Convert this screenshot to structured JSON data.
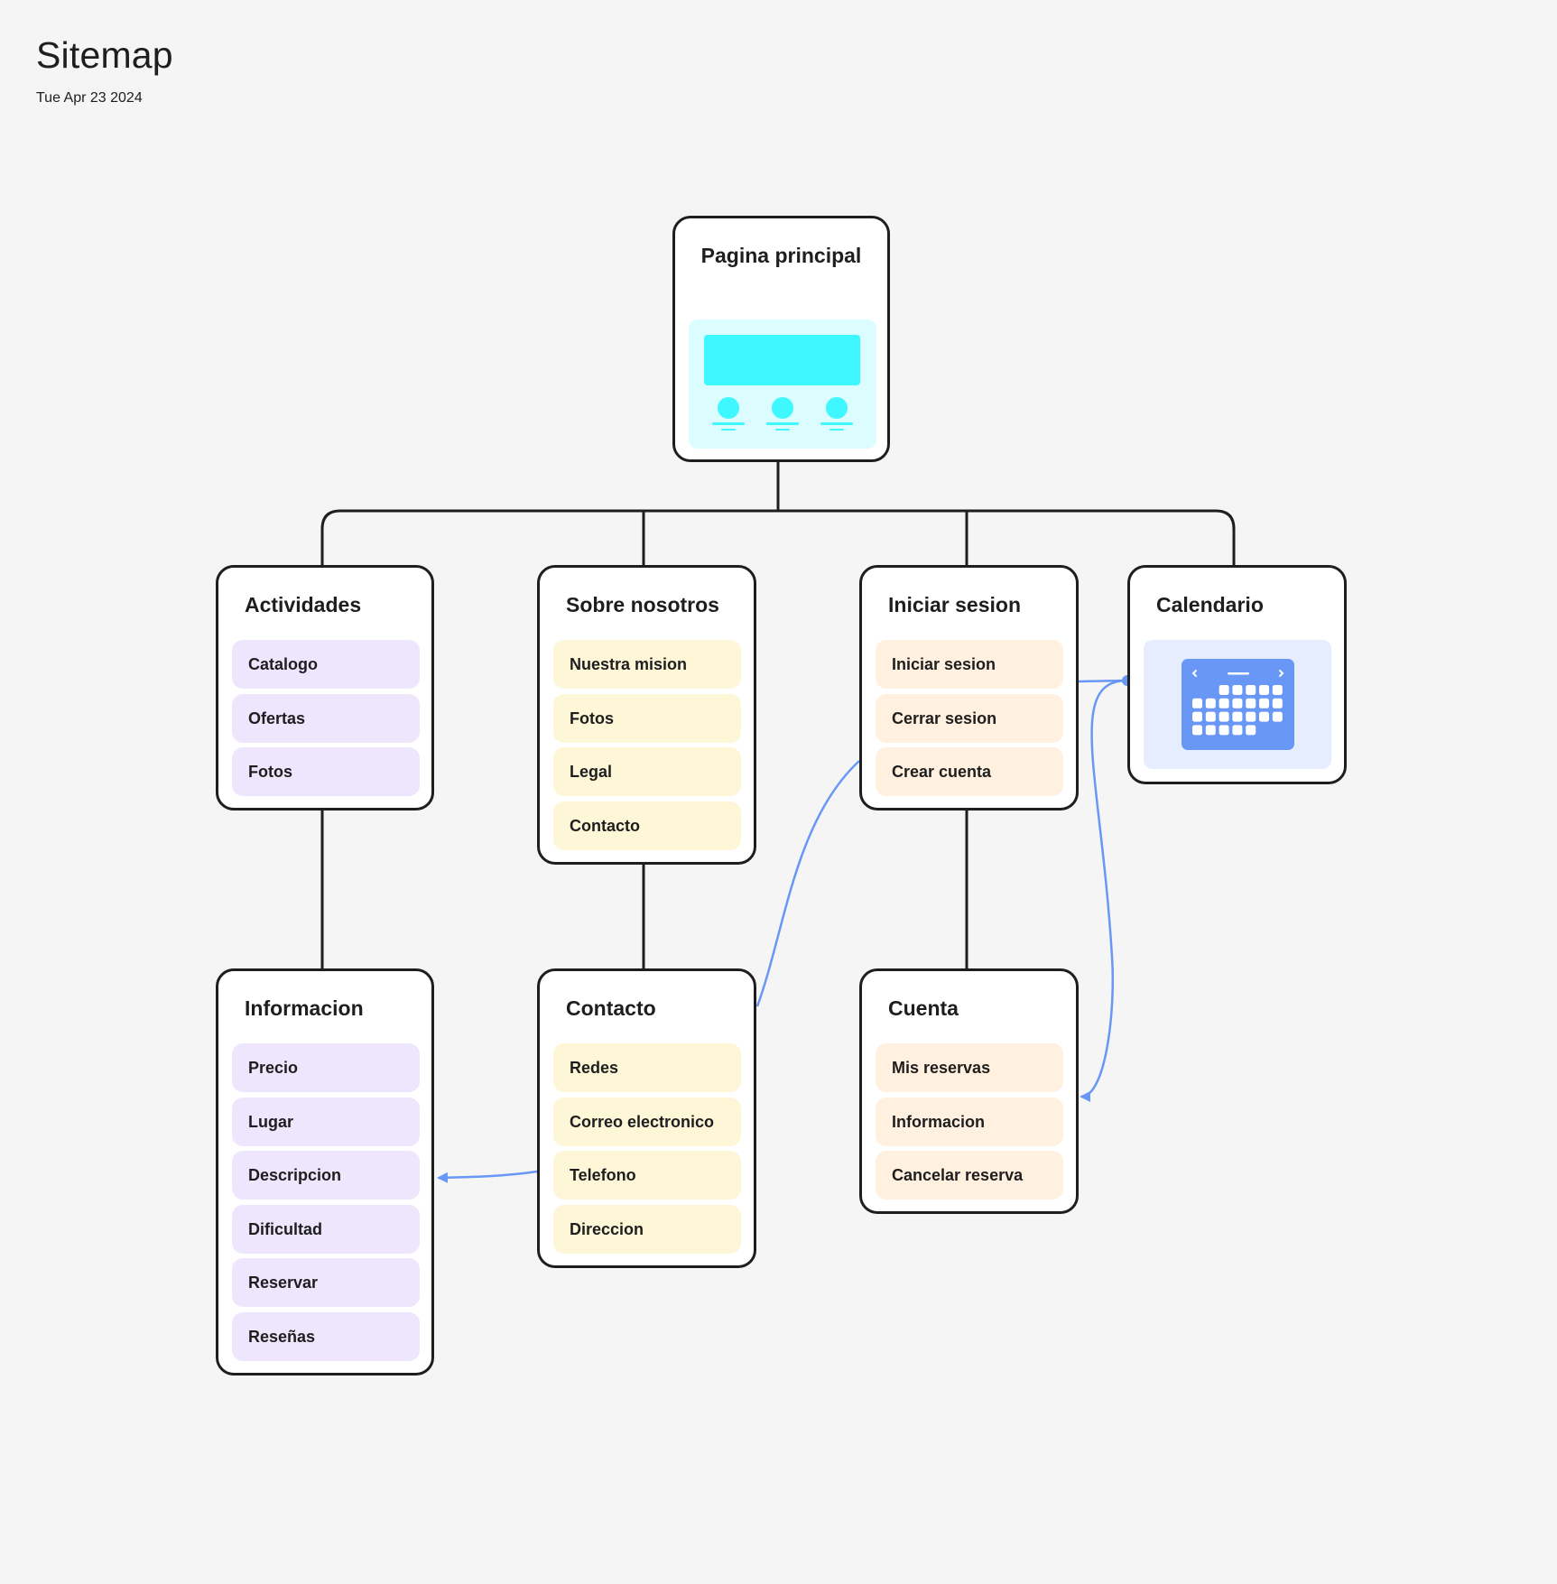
{
  "page": {
    "title": "Sitemap",
    "date": "Tue Apr 23 2024"
  },
  "colors": {
    "outline": "#1e1e1e",
    "connector": "#6897f5",
    "purple": "#ede6fd",
    "yellow": "#fdf6d7",
    "orange": "#fff0e0",
    "cyan": "#3ef7ff",
    "calendar_blue": "#6897f5"
  },
  "nodes": {
    "home": {
      "title": "Pagina principal",
      "icon": "homepage-wireframe-icon"
    },
    "actividades": {
      "title": "Actividades",
      "items": [
        "Catalogo",
        "Ofertas",
        "Fotos"
      ]
    },
    "sobre": {
      "title": "Sobre nosotros",
      "items": [
        "Nuestra mision",
        "Fotos",
        "Legal",
        "Contacto"
      ]
    },
    "iniciar": {
      "title": "Iniciar sesion",
      "items": [
        "Iniciar sesion",
        "Cerrar sesion",
        "Crear cuenta"
      ]
    },
    "calendario": {
      "title": "Calendario",
      "icon": "calendar-icon"
    },
    "informacion": {
      "title": "Informacion",
      "items": [
        "Precio",
        "Lugar",
        "Descripcion",
        "Dificultad",
        "Reservar",
        "Reseñas"
      ]
    },
    "contacto": {
      "title": "Contacto",
      "items": [
        "Redes",
        "Correo electronico",
        "Telefono",
        "Direccion"
      ]
    },
    "cuenta": {
      "title": "Cuenta",
      "items": [
        "Mis reservas",
        "Informacion",
        "Cancelar reserva"
      ]
    }
  }
}
